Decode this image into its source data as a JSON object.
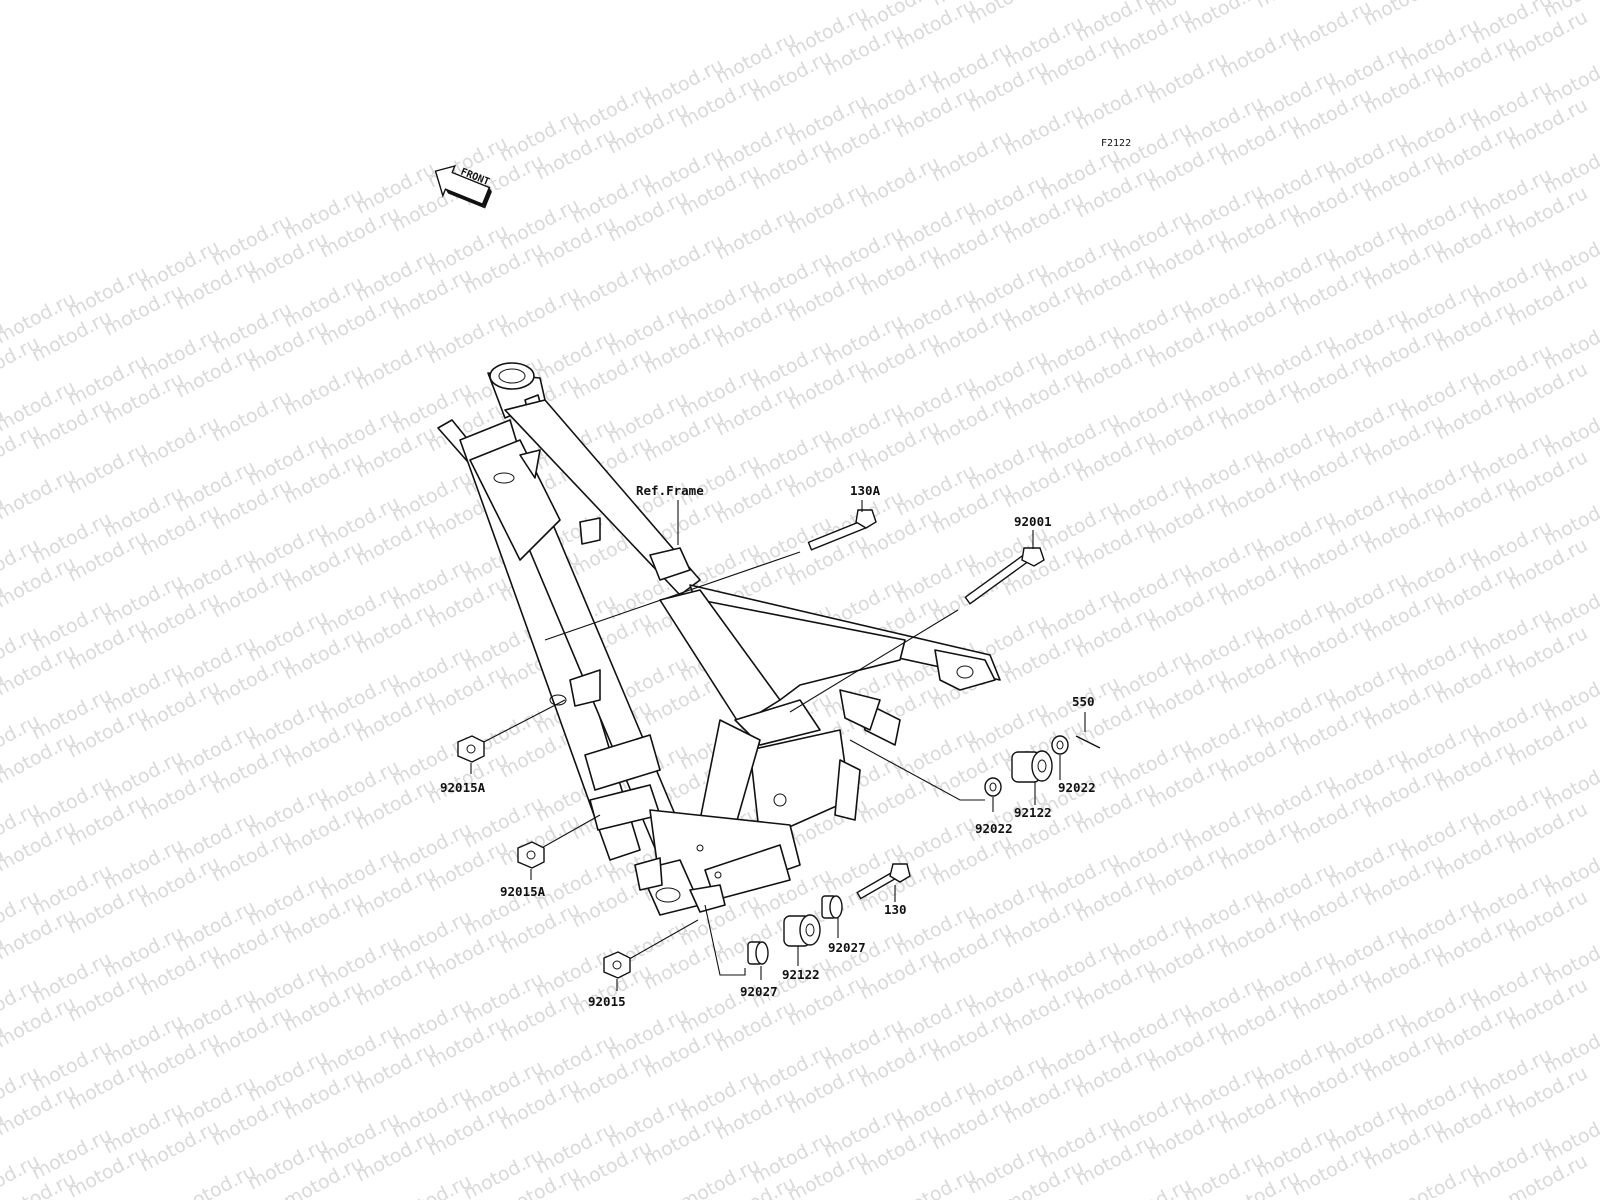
{
  "watermark": "motod.ru",
  "diagram_code": "F2122",
  "front_arrow_label": "FRONT",
  "ref_label": "Ref.Frame",
  "parts": [
    {
      "id": "130A",
      "label": "130A"
    },
    {
      "id": "92001",
      "label": "92001"
    },
    {
      "id": "550",
      "label": "550"
    },
    {
      "id": "92022_a",
      "label": "92022"
    },
    {
      "id": "92122_a",
      "label": "92122"
    },
    {
      "id": "92022_b",
      "label": "92022"
    },
    {
      "id": "92015A_a",
      "label": "92015A"
    },
    {
      "id": "92015A_b",
      "label": "92015A"
    },
    {
      "id": "130",
      "label": "130"
    },
    {
      "id": "92027_a",
      "label": "92027"
    },
    {
      "id": "92122_b",
      "label": "92122"
    },
    {
      "id": "92027_b",
      "label": "92027"
    },
    {
      "id": "92015",
      "label": "92015"
    }
  ]
}
